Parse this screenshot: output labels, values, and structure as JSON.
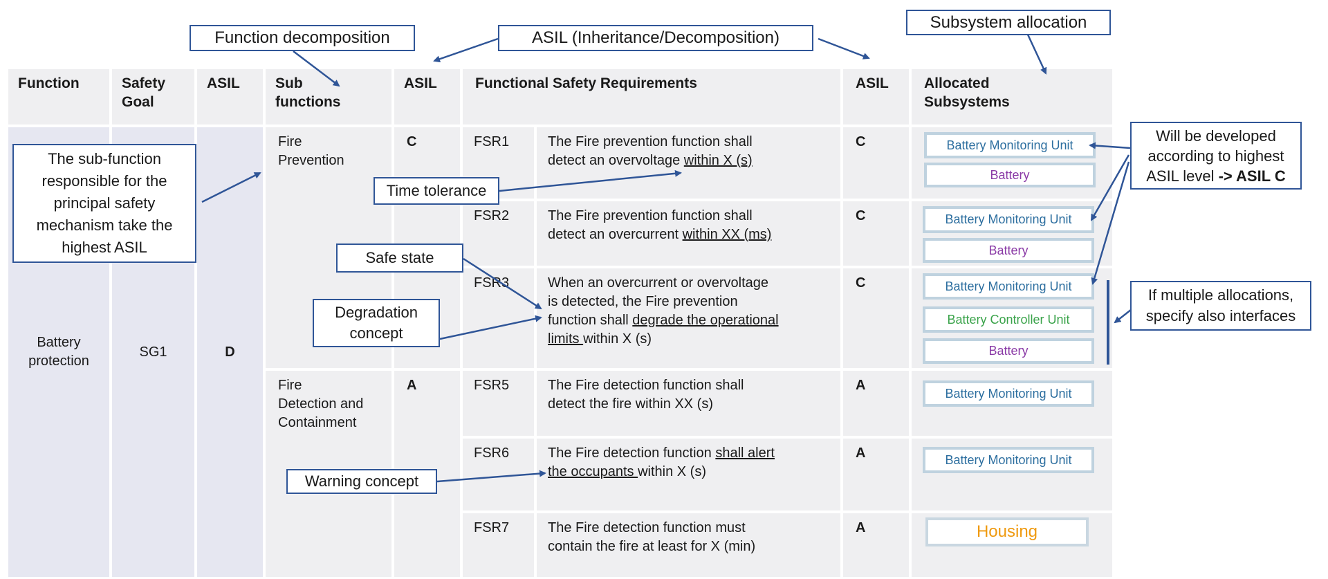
{
  "headers": {
    "function": "Function",
    "safety_goal": "Safety\nGoal",
    "asil": "ASIL",
    "sub_functions": "Sub\nfunctions",
    "asil2": "ASIL",
    "fsr": "Functional Safety Requirements",
    "asil3": "ASIL",
    "allocated": "Allocated\nSubsystems"
  },
  "function": "Battery\nprotection",
  "safety_goal": "SG1",
  "asil": "D",
  "subfunctions": [
    {
      "name": "Fire\nPrevention",
      "asil": "C"
    },
    {
      "name": "Fire\nDetection and\nContainment",
      "asil": "A"
    }
  ],
  "fsrs": [
    {
      "id": "FSR1",
      "text_pre": "The Fire prevention function shall\ndetect an overvoltage ",
      "text_u": "within X (s)",
      "text_post": "",
      "asil": "C"
    },
    {
      "id": "FSR2",
      "text_pre": "The Fire prevention function shall\ndetect an overcurrent ",
      "text_u": "within XX (ms)",
      "text_post": "",
      "asil": "C"
    },
    {
      "id": "FSR3",
      "text_pre": "When an overcurrent or overvoltage\nis detected, the Fire prevention\nfunction shall ",
      "text_u": "degrade the operational\nlimits ",
      "text_post": "within X (s)",
      "asil": "C"
    },
    {
      "id": "FSR5",
      "text_pre": "The Fire detection function shall\ndetect the fire within XX (s)",
      "text_u": "",
      "text_post": "",
      "asil": "A"
    },
    {
      "id": "FSR6",
      "text_pre": "The Fire detection function ",
      "text_u": "shall alert\nthe occupants ",
      "text_post": "within X (s)",
      "asil": "A"
    },
    {
      "id": "FSR7",
      "text_pre": "The Fire detection function must\ncontain the fire at least for X (min)",
      "text_u": "",
      "text_post": "",
      "asil": "A"
    }
  ],
  "subsystems": {
    "bmu": "Battery Monitoring Unit",
    "battery": "Battery",
    "bcu": "Battery Controller Unit",
    "housing": "Housing"
  },
  "callouts": {
    "function_decomposition": "Function decomposition",
    "asil_inheritance": "ASIL (Inheritance/Decomposition)",
    "subsystem_allocation": "Subsystem allocation",
    "principal_mechanism": "The sub-function\nresponsible for the\nprincipal safety\nmechanism take the\nhighest ASIL",
    "time_tolerance": "Time tolerance",
    "safe_state": "Safe state",
    "degradation_concept": "Degradation\nconcept",
    "warning_concept": "Warning concept",
    "highest_asil_pre": "Will be developed\naccording to highest\nASIL level ",
    "highest_asil_bold": "-> ASIL C",
    "multiple_allocations": "If multiple  allocations,\nspecify also interfaces"
  },
  "colors": {
    "callout_border": "#2f5597",
    "arrow": "#2f5597",
    "bmu_text": "#2c6e9f",
    "battery_text": "#8a3aa6",
    "bcu_text": "#3aa34a",
    "housing_text": "#ef9a10"
  }
}
